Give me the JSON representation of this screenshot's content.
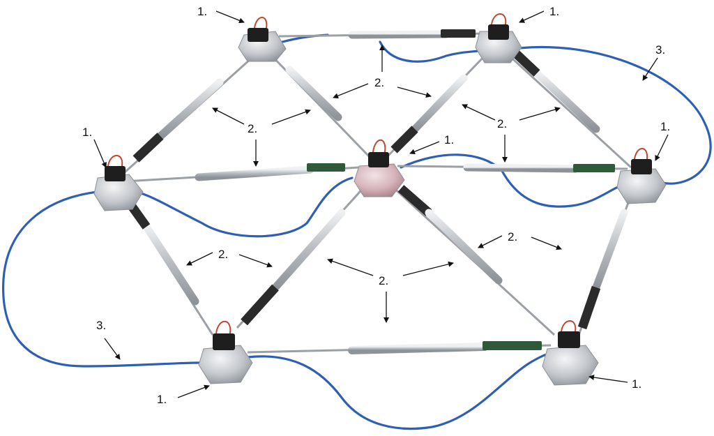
{
  "image": {
    "subject": "modular truss robot",
    "colors": {
      "cable": "#2f5fb3",
      "node_metal": "#c9ccd0",
      "actuator_tube": "#c8cbcf",
      "actuator_dark": "#2b2b2b",
      "pcb_green": "#2f5a3a",
      "arrow": "#111111"
    }
  },
  "callouts": {
    "node": "1.",
    "actuator": "2.",
    "cable": "3."
  }
}
